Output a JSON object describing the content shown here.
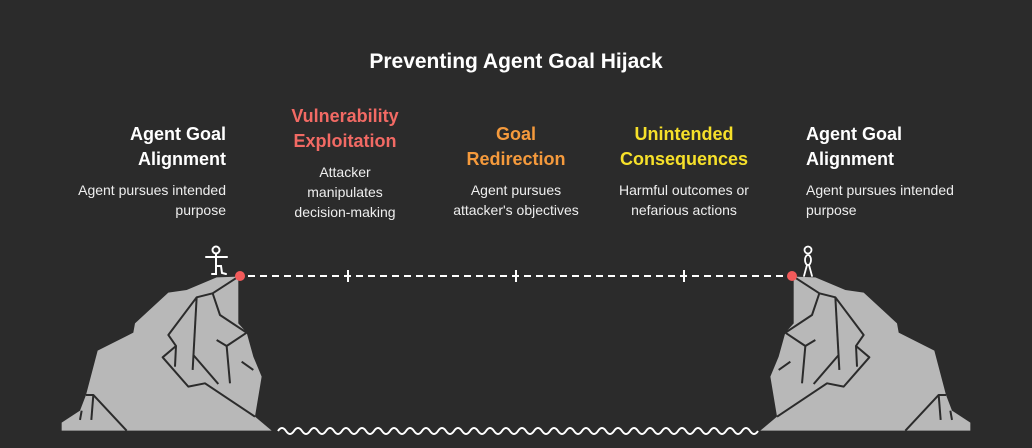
{
  "title": "Preventing Agent Goal Hijack",
  "stages": [
    {
      "heading": "Agent Goal Alignment",
      "description": "Agent pursues intended purpose",
      "color": "#ffffff"
    },
    {
      "heading": "Vulnerability Exploitation",
      "description": "Attacker manipulates decision-making",
      "color": "#f26a64"
    },
    {
      "heading": "Goal Redirection",
      "description": "Agent pursues attacker's objectives",
      "color": "#f59a3c"
    },
    {
      "heading": "Unintended Consequences",
      "description": "Harmful outcomes or nefarious actions",
      "color": "#f6e02a"
    },
    {
      "heading": "Agent Goal Alignment",
      "description": "Agent pursues intended purpose",
      "color": "#ffffff"
    }
  ]
}
